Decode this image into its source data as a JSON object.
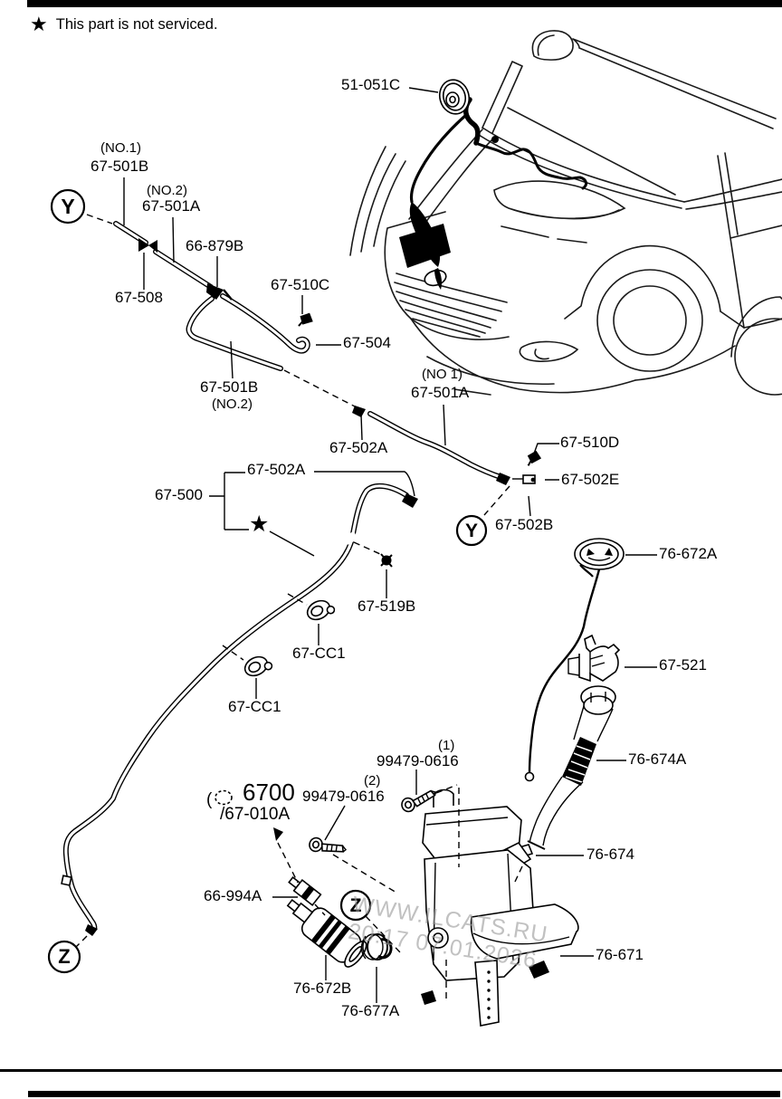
{
  "header": {
    "note_star": "★",
    "note": "This part is not serviced."
  },
  "watermark": {
    "line1": "WWW.ILCATS.RU",
    "line2": "20:17 07.01.2026"
  },
  "view_markers": {
    "y": "Y",
    "z": "Z"
  },
  "symbols": {
    "star": "★",
    "paren": "("
  },
  "parts": {
    "p51_051c": {
      "label": "51-051C"
    },
    "p67_501b_no1": {
      "label": "67-501B",
      "qualifier": "(NO.1)"
    },
    "p67_501a_no2": {
      "label": "67-501A",
      "qualifier": "(NO.2)"
    },
    "p66_879b": {
      "label": "66-879B"
    },
    "p67_508": {
      "label": "67-508"
    },
    "p67_510c": {
      "label": "67-510C"
    },
    "p67_504": {
      "label": "67-504"
    },
    "p67_501b_no2": {
      "label": "67-501B",
      "qualifier": "(NO.2)"
    },
    "p67_501a_no1": {
      "label": "67-501A",
      "qualifier": "(NO 1)"
    },
    "p67_502a_mid": {
      "label": "67-502A"
    },
    "p67_510d": {
      "label": "67-510D"
    },
    "p67_502e": {
      "label": "67-502E"
    },
    "p67_502b": {
      "label": "67-502B"
    },
    "p67_502a_assembly": {
      "label": "67-502A"
    },
    "p67_500": {
      "label": "67-500"
    },
    "p76_672a": {
      "label": "76-672A"
    },
    "p67_519b": {
      "label": "67-519B"
    },
    "p67_cc1_upper": {
      "label": "67-CC1"
    },
    "p67_cc1_lower": {
      "label": "67-CC1"
    },
    "p67_521": {
      "label": "67-521"
    },
    "p76_674a": {
      "label": "76-674A"
    },
    "p99479_0616_1": {
      "label": "99479-0616",
      "qualifier": "(1)"
    },
    "p99479_0616_2": {
      "label": "99479-0616",
      "qualifier": "(2)"
    },
    "p6700": {
      "label": "6700",
      "secondary": "/67-010A"
    },
    "p76_674": {
      "label": "76-674"
    },
    "p66_994a": {
      "label": "66-994A"
    },
    "p76_671": {
      "label": "76-671"
    },
    "p76_672b": {
      "label": "76-672B"
    },
    "p76_677a": {
      "label": "76-677A"
    }
  }
}
